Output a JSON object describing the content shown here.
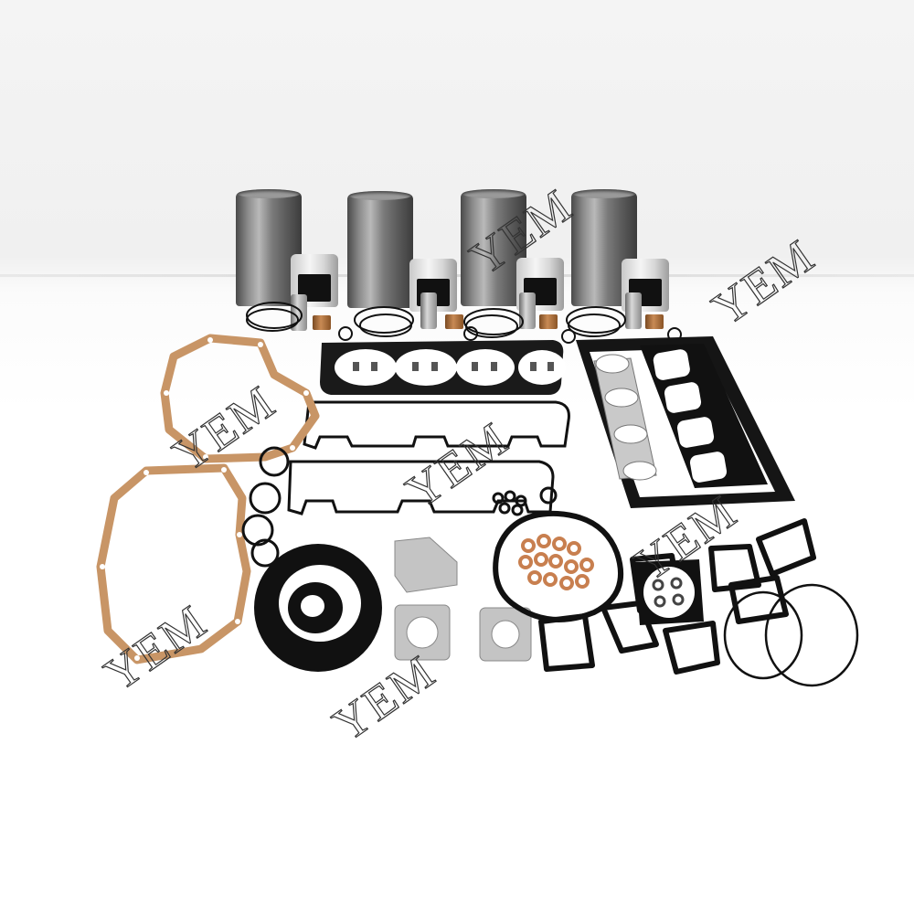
{
  "scene": {
    "subject": "engine overhaul rebuild kit",
    "background_color": "#ffffff",
    "components": [
      {
        "name": "cylinder-liner",
        "count": 4
      },
      {
        "name": "piston",
        "count": 4
      },
      {
        "name": "piston-ring-set",
        "count": 4
      },
      {
        "name": "piston-pin",
        "count": 4
      },
      {
        "name": "small-end-bushing",
        "count": 4
      },
      {
        "name": "cylinder-head-gasket",
        "count": 1
      },
      {
        "name": "valve-cover-gasket",
        "count": 2
      },
      {
        "name": "oil-pan-gasket",
        "count": 1
      },
      {
        "name": "intake-manifold-gasket",
        "count": 1
      },
      {
        "name": "exhaust-manifold-gasket",
        "count": 1
      },
      {
        "name": "timing-cover-gasket",
        "count": 2
      },
      {
        "name": "crankshaft-oil-seal",
        "count": 2
      },
      {
        "name": "o-ring",
        "count": 8
      },
      {
        "name": "copper-washer-set",
        "count": 1
      }
    ],
    "colors": {
      "metal": "#8a8a8a",
      "gasket_black": "#111111",
      "gasket_paper": "#c89566",
      "copper": "#c87f4f",
      "steel_gasket": "#c4c4c4"
    }
  },
  "watermarks": [
    {
      "text": "YEM"
    },
    {
      "text": "YEM"
    },
    {
      "text": "YEM"
    },
    {
      "text": "YEM"
    },
    {
      "text": "YEM"
    },
    {
      "text": "YEM"
    },
    {
      "text": "YEM"
    }
  ]
}
